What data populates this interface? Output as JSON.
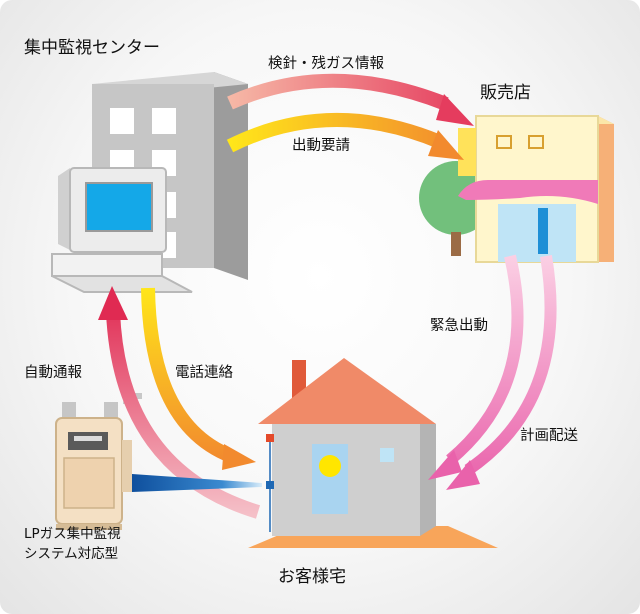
{
  "nodes": {
    "center": "集中監視センター",
    "shop": "販売店",
    "home": "お客様宅",
    "meter_line1": "LPガス集中監視",
    "meter_line2": "システム対応型"
  },
  "flows": {
    "meter_reading": "検針・残ガス情報",
    "dispatch_request": "出動要請",
    "emergency_dispatch": "緊急出動",
    "planned_delivery": "計画配送",
    "auto_report": "自動通報",
    "phone_contact": "電話連絡"
  },
  "colors": {
    "building_gray": "#c8c8c8",
    "monitor_cyan": "#14a8e8",
    "roof_salmon": "#f08a68",
    "shop_awning_pink": "#f07ab8",
    "arrow_red": "#e53c5e",
    "arrow_yellow": "#ffe61a",
    "arrow_pink": "#f26fb6",
    "signal_blue": "#1e68b4"
  }
}
